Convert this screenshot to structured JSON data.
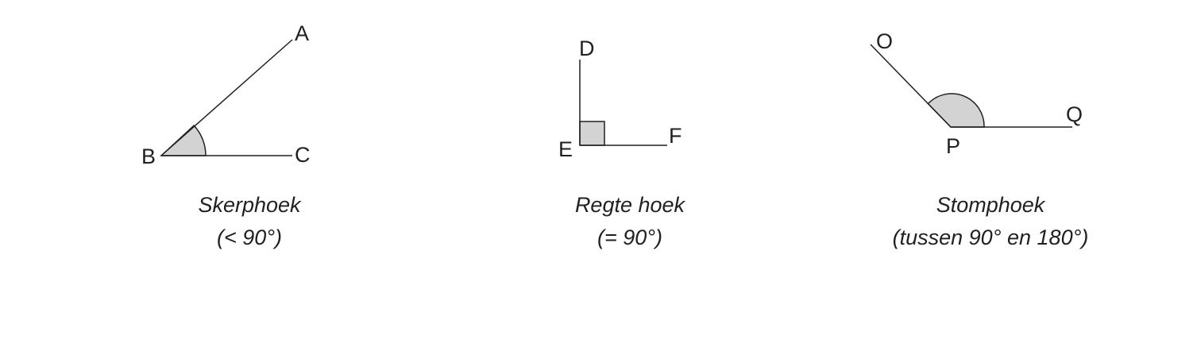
{
  "diagrams": [
    {
      "points": [
        "A",
        "B",
        "C"
      ],
      "title": "Skerphoek",
      "condition": "(< 90°)"
    },
    {
      "points": [
        "D",
        "E",
        "F"
      ],
      "title": "Regte hoek",
      "condition": "(= 90°)"
    },
    {
      "points": [
        "O",
        "P",
        "Q"
      ],
      "title": "Stomphoek",
      "condition": "(tussen 90° en 180°)"
    }
  ],
  "colors": {
    "line": "#231f20",
    "shading": "#d3d3d3"
  }
}
